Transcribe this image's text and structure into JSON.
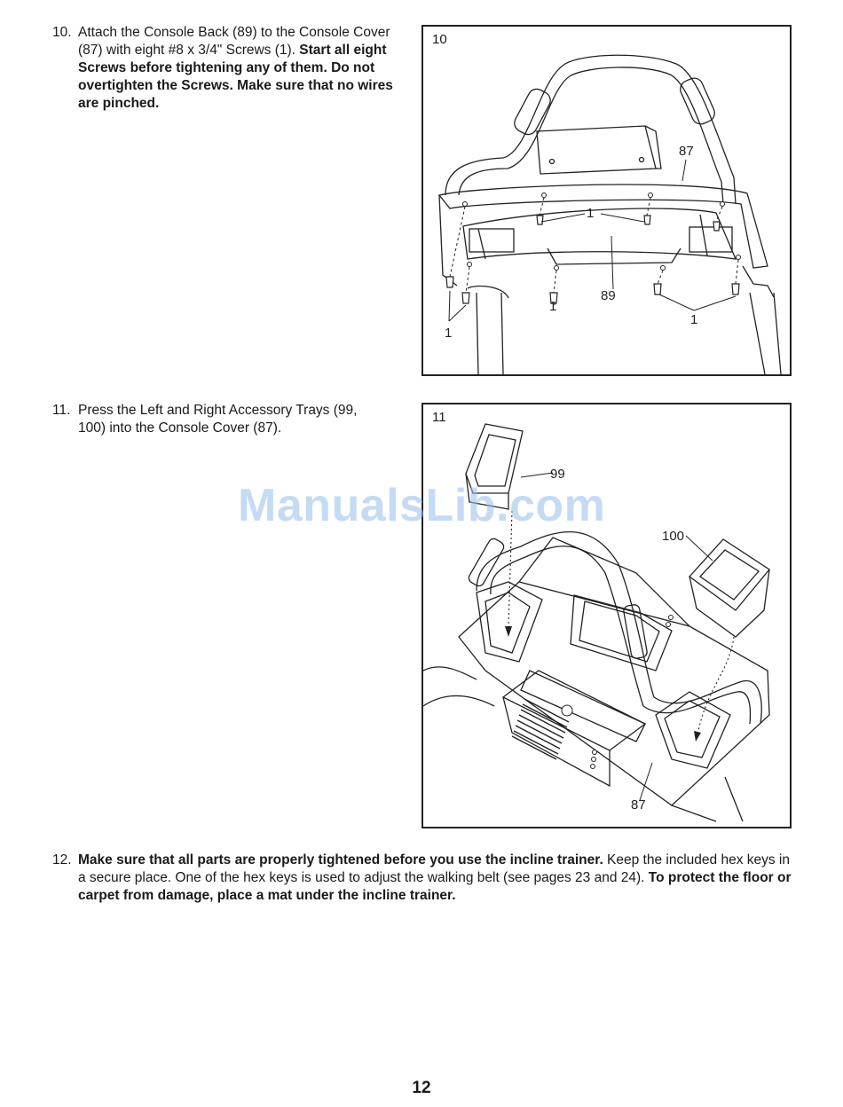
{
  "steps": [
    {
      "num": "10.",
      "text_plain": "Attach the Console Back (89) to the Console Cover (87) with eight #8 x 3/4\" Screws (1). ",
      "text_bold": "Start all eight Screws before tightening any of them. Do not overtighten the Screws. Make sure that no wires are pinched."
    },
    {
      "num": "11.",
      "text_plain": "Press the Left and Right Accessory Trays (99, 100) into the Console Cover (87).",
      "text_bold": ""
    },
    {
      "num": "12.",
      "text_bold_1": "Make sure that all parts are properly tightened before you use the incline trainer.",
      "text_plain": " Keep the included hex keys in a secure place. One of the hex keys is used to adjust the walking belt (see pages 23 and 24). ",
      "text_bold_2": "To protect the floor or carpet from damage, place a mat under the incline trainer."
    }
  ],
  "figures": [
    {
      "number": "10",
      "callouts": [
        "87",
        "1",
        "89",
        "1",
        "1",
        "1"
      ]
    },
    {
      "number": "11",
      "callouts": [
        "99",
        "100",
        "87"
      ]
    }
  ],
  "watermark": "ManualsLib.com",
  "page_number": "12"
}
